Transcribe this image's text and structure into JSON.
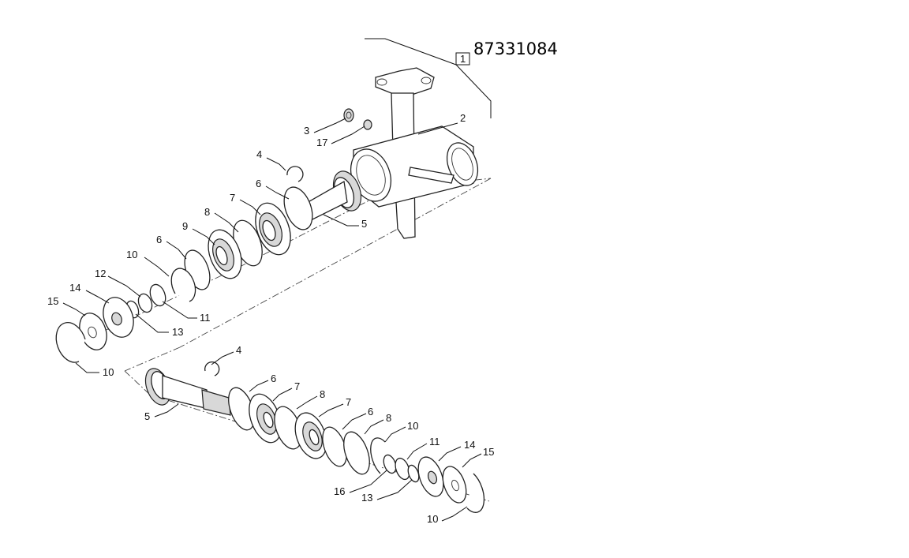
{
  "assembly": {
    "part_number": "87331084",
    "box_label": "1"
  },
  "callouts": {
    "c2": "2",
    "c3": "3",
    "c17": "17",
    "c4a": "4",
    "c6a": "6",
    "c5a": "5",
    "c7a": "7",
    "c8a": "8",
    "c9": "9",
    "c6b": "6",
    "c10a": "10",
    "c12": "12",
    "c14a": "14",
    "c11a": "11",
    "c15a": "15",
    "c13a": "13",
    "c10b": "10",
    "c4b": "4",
    "c6c": "6",
    "c7b": "7",
    "c8b": "8",
    "c7c": "7",
    "c6d": "6",
    "c8c": "8",
    "c10c": "10",
    "c11b": "11",
    "c14b": "14",
    "c15b": "15",
    "c16": "16",
    "c13b": "13",
    "c10d": "10",
    "c5b": "5"
  }
}
